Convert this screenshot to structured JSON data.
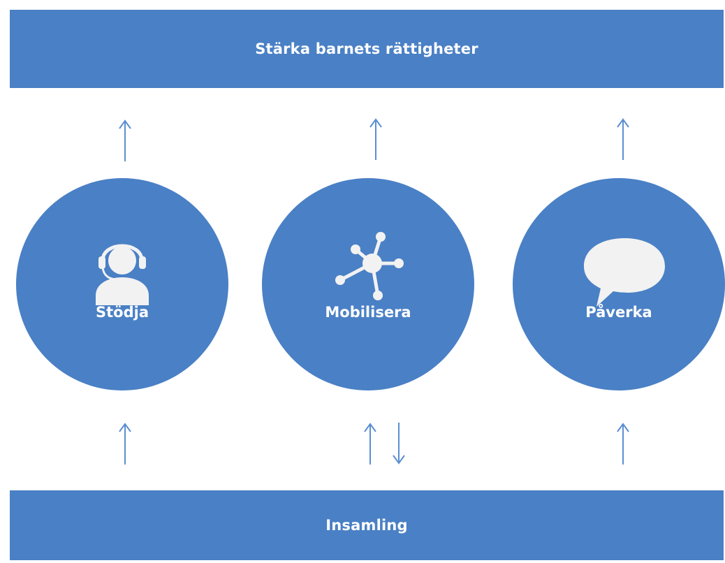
{
  "colors": {
    "primary_blue": "#4a80c5",
    "arrow_blue": "#5b8fd0",
    "icon_light": "#f2f2f2"
  },
  "top_banner": {
    "label": "Stärka barnets rättigheter"
  },
  "bottom_banner": {
    "label": "Insamling"
  },
  "pillars": [
    {
      "label": "Stödja",
      "icon": "headset-person-icon"
    },
    {
      "label": "Mobilisera",
      "icon": "network-hub-icon"
    },
    {
      "label": "Påverka",
      "icon": "speech-bubble-icon"
    }
  ],
  "arrows": {
    "upper": [
      "up",
      "up",
      "up"
    ],
    "lower": [
      [
        "up"
      ],
      [
        "up",
        "down"
      ],
      [
        "up"
      ]
    ]
  }
}
